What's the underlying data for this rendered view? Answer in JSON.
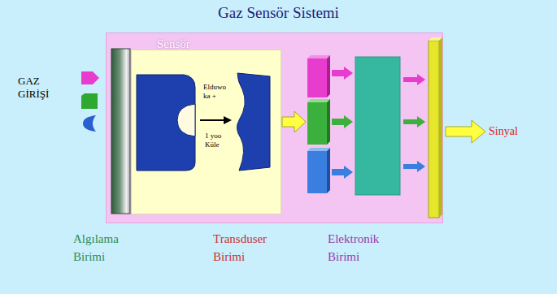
{
  "diagram": {
    "title": "Gaz Sensör Sistemi",
    "nodes": [
      {
        "text": [
          "Sensör"
        ]
      },
      {
        "text": [
          "Elduwo ka +",
          "1 yoo Küle"
        ],
        "in": 0
      }
    ],
    "labels": [
      "GAZ GİRİŞİ",
      "Sinyal",
      "Algılama Birimi",
      "Transduser Birimi",
      "Elektronik Birimi"
    ]
  }
}
